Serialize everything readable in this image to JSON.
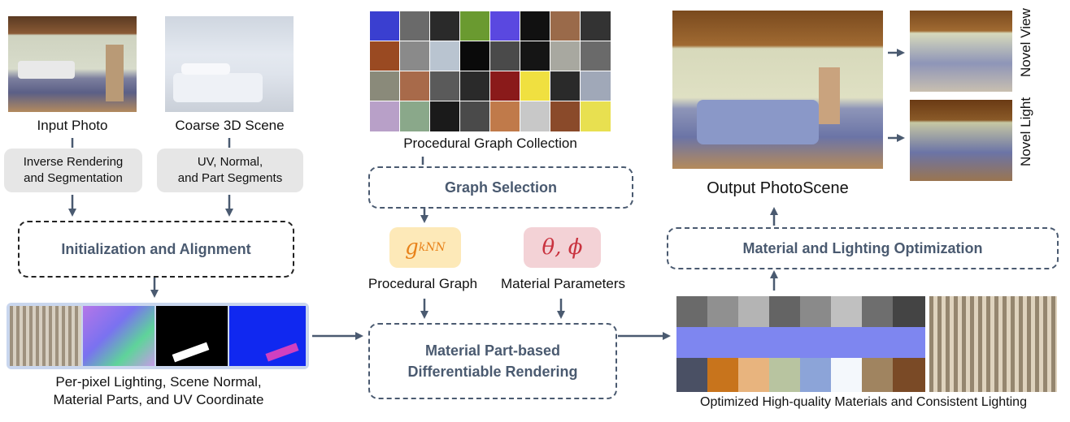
{
  "labels": {
    "input_photo": "Input Photo",
    "coarse_scene": "Coarse 3D Scene",
    "inverse_rendering": "Inverse Rendering\nand Segmentation",
    "uv_normal": "UV, Normal,\nand Part Segments",
    "init_align": "Initialization and Alignment",
    "per_pixel": "Per-pixel Lighting, Scene Normal,\nMaterial Parts, and UV Coordinate",
    "graph_collection": "Procedural Graph Collection",
    "graph_selection": "Graph Selection",
    "procedural_graph": "Procedural Graph",
    "material_params": "Material Parameters",
    "diff_rendering": "Material Part-based\nDifferentiable Rendering",
    "output_photoscene": "Output PhotoScene",
    "novel_view": "Novel View",
    "novel_light": "Novel Light",
    "mat_light_opt": "Material and Lighting Optimization",
    "optimized": "Optimized High-quality Materials and Consistent Lighting",
    "gknn_base": "g",
    "gknn_sup": "kNN",
    "theta_phi": "θ,  ϕ"
  },
  "colors": {
    "accent": "#4a5a70",
    "gknn_bg": "#fde9b8",
    "gknn_fg": "#e8821a",
    "theta_bg": "#f3d2d6",
    "theta_fg": "#c9333f",
    "box_grey": "#e6e6e6"
  }
}
